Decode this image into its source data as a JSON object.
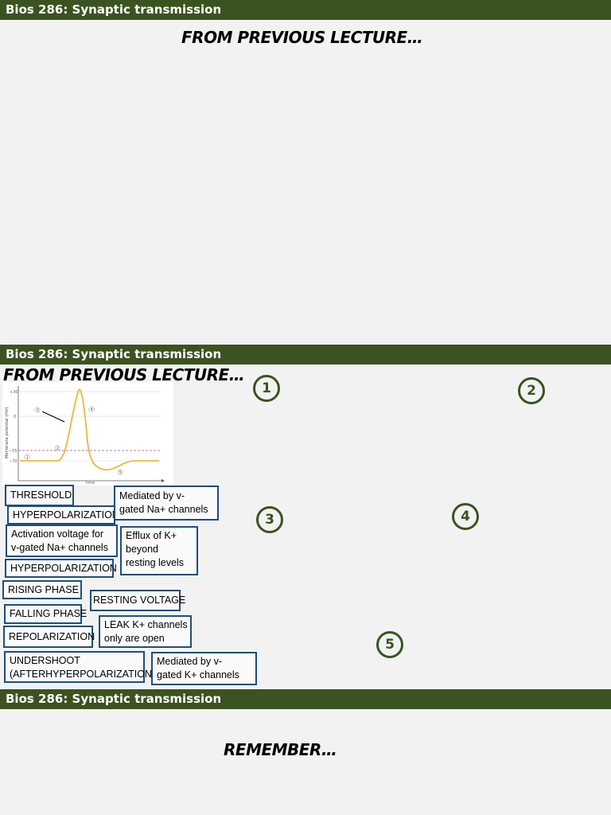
{
  "slides": [
    {
      "header": "Bios 286: Synaptic transmission",
      "title": "FROM PREVIOUS LECTURE…"
    },
    {
      "header": "Bios 286: Synaptic transmission",
      "title": "FROM PREVIOUS LECTURE…"
    },
    {
      "header": "Bios 286: Synaptic transmission",
      "title": "REMEMBER…"
    }
  ],
  "graph": {
    "ylabel": "Membrane potential (mV)",
    "xlabel": "Time",
    "yticks": [
      "+30",
      "0",
      "−55",
      "−70"
    ],
    "markers": [
      "1",
      "2",
      "3",
      "4",
      "5"
    ],
    "colors": {
      "trace": "#f0b73a",
      "threshold": "#9b4fa0",
      "arrow": "#000000"
    }
  },
  "labels": [
    "THRESHOLD",
    "HYPERPOLARIZATION",
    "Activation voltage for v-gated Na+ channels",
    "HYPERPOLARIZATION",
    "RISING PHASE",
    "FALLING PHASE",
    "REPOLARIZATION",
    "UNDERSHOOT (AFTERHYPERPOLARIZATION)",
    "Mediated by v-gated Na+ channels",
    "Efflux of K+ beyond resting levels",
    "RESTING VOLTAGE",
    "LEAK K+ channels only are open",
    "Mediated by v-gated K+ channels"
  ],
  "label_lines": {
    "activation": [
      "Activation voltage for",
      "v-gated Na+ channels"
    ],
    "mediated_na": [
      "Mediated by v-",
      "gated Na+ channels"
    ],
    "efflux": [
      "Efflux of K+",
      "beyond",
      "resting levels"
    ],
    "leak": [
      "LEAK K+ channels",
      "only are open"
    ],
    "undershoot": [
      "UNDERSHOOT",
      "(AFTERHYPERPOLARIZATION)"
    ],
    "mediated_k": [
      "Mediated by v-",
      "gated K+ channels"
    ]
  },
  "circles": [
    "1",
    "2",
    "3",
    "4",
    "5"
  ],
  "colors": {
    "header_bg": "#3b5320",
    "box_border": "#1f4e79",
    "circle_border": "#3b5320"
  }
}
